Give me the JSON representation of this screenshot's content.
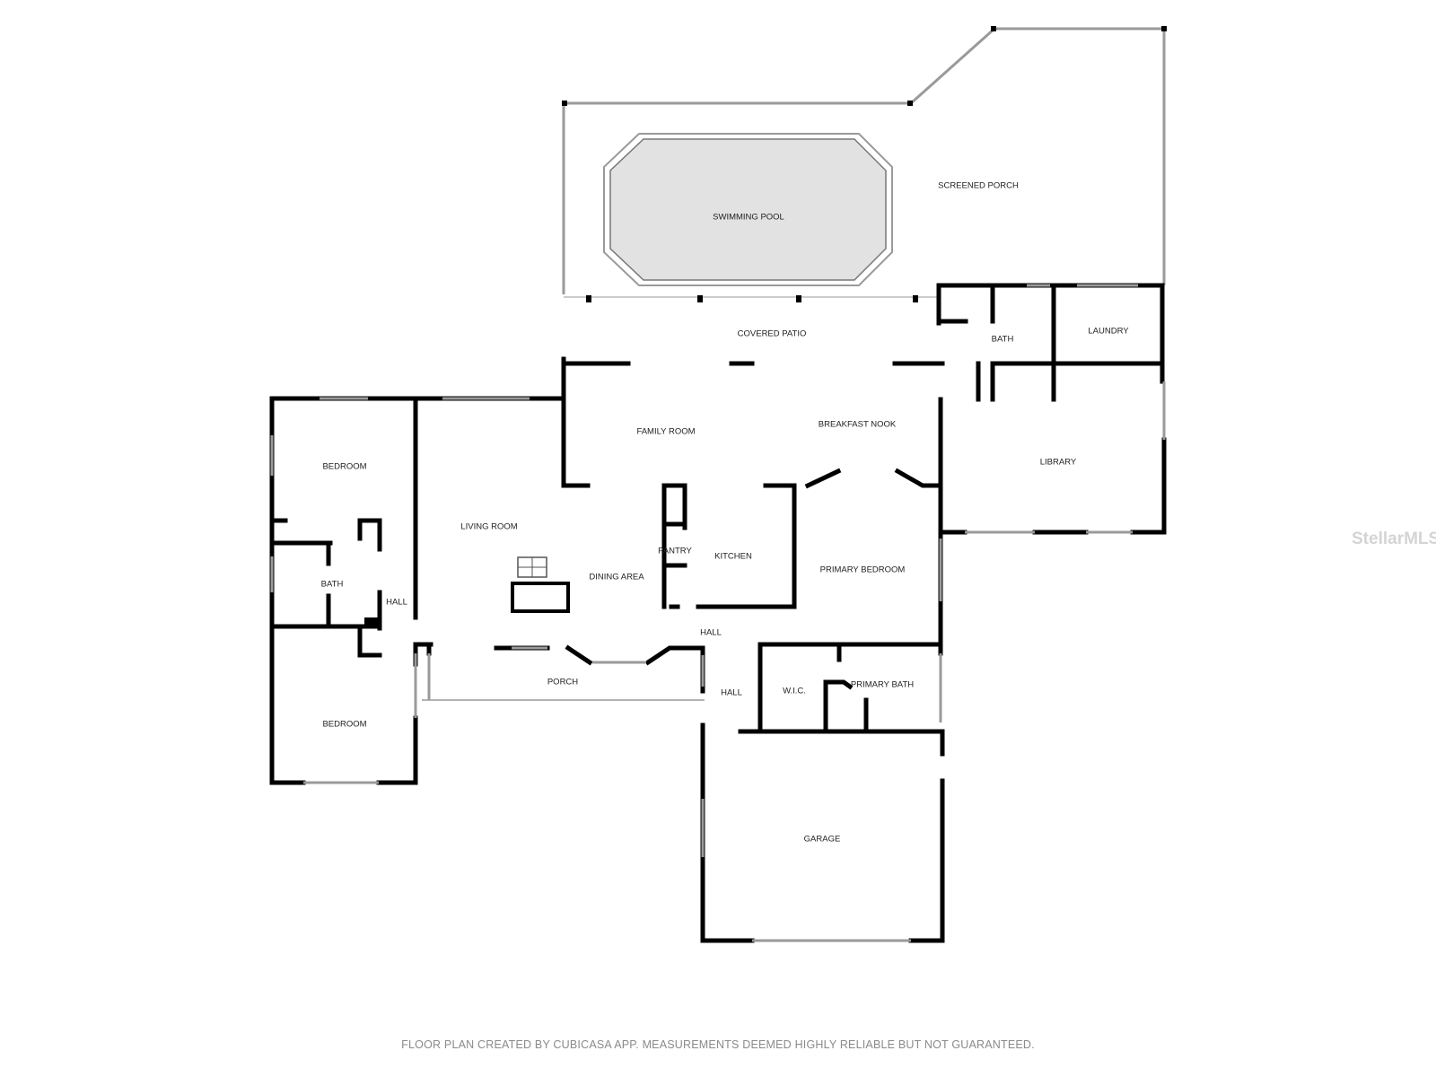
{
  "rooms": {
    "screened_porch": "SCREENED PORCH",
    "swimming_pool": "SWIMMING POOL",
    "covered_patio": "COVERED PATIO",
    "bath_upper": "BATH",
    "laundry": "LAUNDRY",
    "family_room": "FAMILY ROOM",
    "breakfast_nook": "BREAKFAST NOOK",
    "library": "LIBRARY",
    "bedroom_1": "BEDROOM",
    "living_room": "LIVING ROOM",
    "pantry": "PANTRY",
    "kitchen": "KITCHEN",
    "bath_left": "BATH",
    "dining_area": "DINING AREA",
    "primary_bedroom": "PRIMARY BEDROOM",
    "hall_left": "HALL",
    "hall_center": "HALL",
    "porch": "PORCH",
    "hall_lower": "HALL",
    "wic": "W.I.C.",
    "primary_bath": "PRIMARY BATH",
    "bedroom_2": "BEDROOM",
    "garage": "GARAGE"
  },
  "footer": "FLOOR PLAN CREATED BY CUBICASA APP. MEASUREMENTS DEEMED HIGHLY RELIABLE BUT NOT GUARANTEED.",
  "watermark": "StellarMLS",
  "colors": {
    "wall": "#000000",
    "pool_fill": "#e2e2e2",
    "window": "#9a9a9a",
    "text": "#222222"
  }
}
